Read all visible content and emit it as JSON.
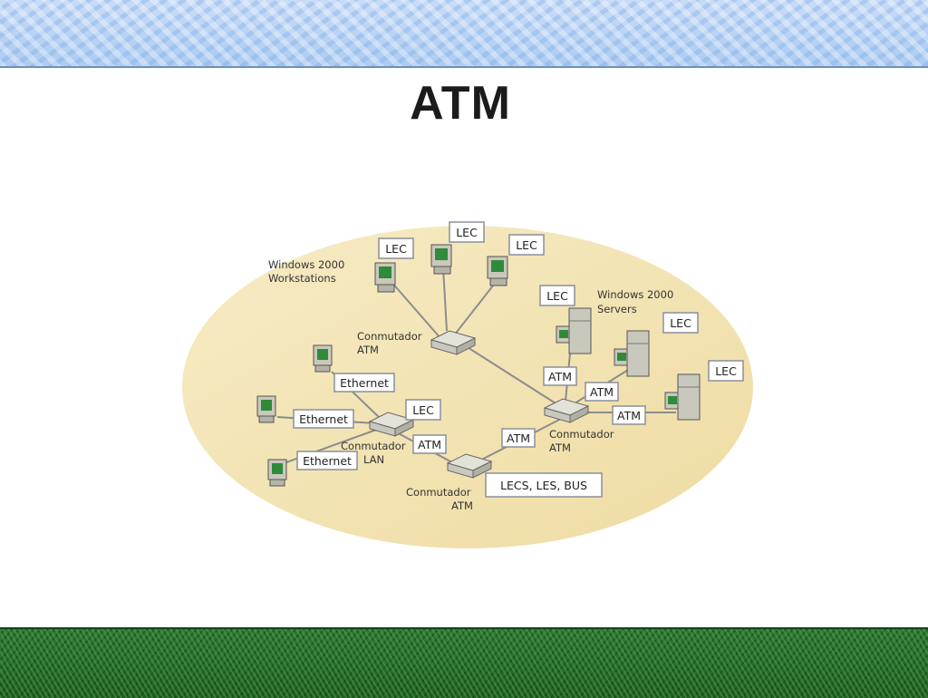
{
  "slide": {
    "title": "ATM"
  },
  "diagram": {
    "groups": {
      "workstations_line1": "Windows 2000",
      "workstations_line2": "Workstations",
      "servers_line1": "Windows 2000",
      "servers_line2": "Servers"
    },
    "switches": {
      "atm_top_line1": "Conmutador",
      "atm_top_line2": "ATM",
      "atm_right_line1": "Conmutador",
      "atm_right_line2": "ATM",
      "lan_line1": "Conmutador",
      "lan_line2": "LAN",
      "atm_bottom_line1": "Conmutador",
      "atm_bottom_line2": "ATM"
    },
    "labels": {
      "lec_ws1": "LEC",
      "lec_ws2": "LEC",
      "lec_ws3": "LEC",
      "lec_srv1": "LEC",
      "lec_srv2": "LEC",
      "lec_srv3": "LEC",
      "lec_lan": "LEC",
      "ethernet1": "Ethernet",
      "ethernet2": "Ethernet",
      "ethernet3": "Ethernet",
      "atm_srv1": "ATM",
      "atm_srv2": "ATM",
      "atm_srv3": "ATM",
      "atm_lan": "ATM",
      "atm_link": "ATM",
      "lecs": "LECS, LES, BUS"
    },
    "colors": {
      "ellipse": "#f5e6b5",
      "label_box": "#ffffff",
      "label_border": "#8a8f9a",
      "device": "#c9c8bc",
      "screen": "#2f8a3a"
    }
  }
}
